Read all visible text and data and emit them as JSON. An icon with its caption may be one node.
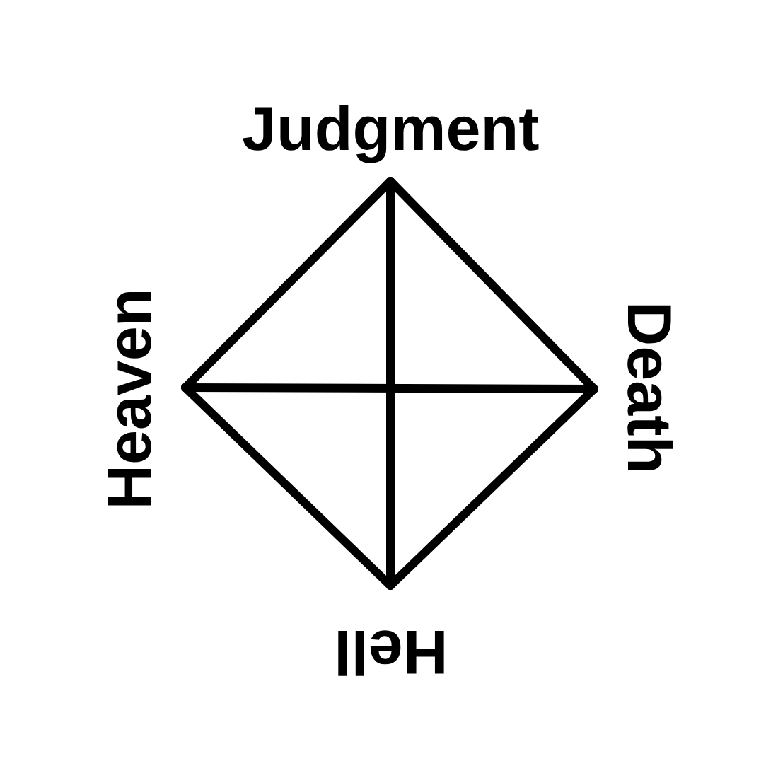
{
  "diagram": {
    "nodes": [
      {
        "text": [
          "Judgment"
        ]
      },
      {
        "text": [
          "Death"
        ]
      },
      {
        "text": [
          "Hell"
        ]
      },
      {
        "text": [
          "Heaven"
        ]
      }
    ],
    "edges": [
      {
        "from": 0,
        "to": 1,
        "arrow": "none"
      },
      {
        "from": 1,
        "to": 2,
        "arrow": "none"
      },
      {
        "from": 2,
        "to": 3,
        "arrow": "none"
      },
      {
        "from": 3,
        "to": 0,
        "arrow": "none"
      },
      {
        "from": 0,
        "to": 2,
        "arrow": "none"
      },
      {
        "from": 3,
        "to": 1,
        "arrow": "none"
      }
    ]
  }
}
